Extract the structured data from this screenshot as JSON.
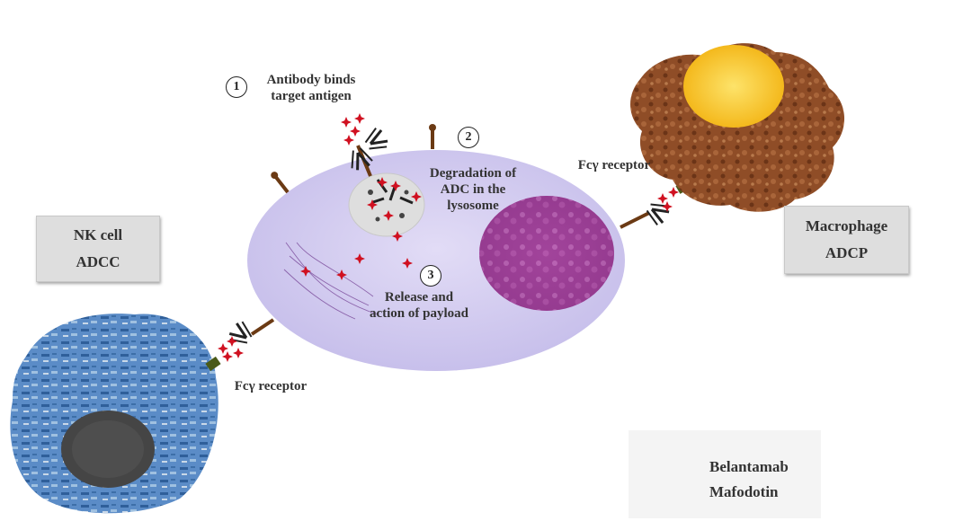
{
  "labels": {
    "step1": {
      "number": "1",
      "text_line1": "Antibody binds",
      "text_line2": "target antigen"
    },
    "step2": {
      "number": "2",
      "text_line1": "Degradation of",
      "text_line2": "ADC in the",
      "text_line3": "lysosome"
    },
    "step3": {
      "number": "3",
      "text_line1": "Release and",
      "text_line2": "action of payload"
    },
    "fc_receptor_right": "Fcγ receptor",
    "fc_receptor_left": "Fcγ receptor"
  },
  "nk_box": {
    "line1": "NK cell",
    "line2": "ADCC"
  },
  "macrophage_box": {
    "line1": "Macrophage",
    "line2": "ADCP"
  },
  "legend": {
    "line1": "Belantamab",
    "line2": "Mafodotin",
    "icon": "antibody-drug-conjugate-icon"
  },
  "colors": {
    "target_cell": "#cfc8ef",
    "nucleus": "#9b3f96",
    "lysosome": "#dcdcdc",
    "payload": "#cc1020",
    "nk_cell": "#5d8ec9",
    "nk_nucleus": "#454545",
    "macrophage": "#8b4a25",
    "macrophage_nucleus": "#f6c21c",
    "receptor": "#6b3a14",
    "box_bg": "#dedede"
  }
}
